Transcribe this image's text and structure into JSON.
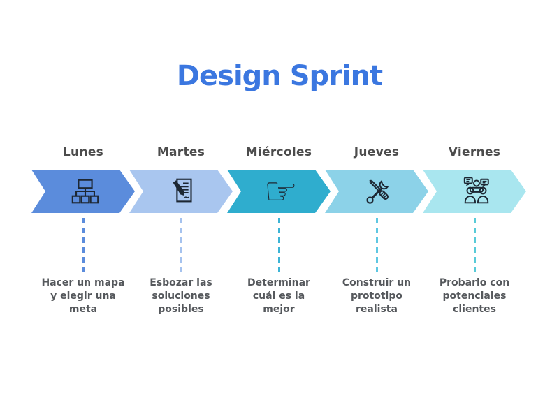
{
  "title": {
    "text": "Design Sprint",
    "color": "#3b77e0"
  },
  "icons": {
    "stroke_color": "#1d2733",
    "pointing_hand_glyph": "☞"
  },
  "text_colors": {
    "day_label": "#4c4c4c",
    "description": "#55585c"
  },
  "days": [
    {
      "label": "Lunes",
      "icon": "org-chart-icon",
      "arrow_color": "#5b8cdc",
      "dash_color": "#5b8cdc",
      "description": "Hacer un mapa\ny elegir una\nmeta"
    },
    {
      "label": "Martes",
      "icon": "document-pen-icon",
      "arrow_color": "#a9c6ef",
      "dash_color": "#a5c2ee",
      "description": "Esbozar las\nsoluciones\nposibles"
    },
    {
      "label": "Miércoles",
      "icon": "pointing-hand-icon",
      "arrow_color": "#2fadce",
      "dash_color": "#3cb4d6",
      "description": "Determinar\ncuál es la\nmejor"
    },
    {
      "label": "Jueves",
      "icon": "tools-icon",
      "arrow_color": "#8cd2e8",
      "dash_color": "#5ec7e2",
      "description": "Construir un\nprototipo\nrealista"
    },
    {
      "label": "Viernes",
      "icon": "people-chat-icon",
      "arrow_color": "#a9e6ef",
      "dash_color": "#58cbd8",
      "description": "Probarlo con\npotenciales\nclientes"
    }
  ]
}
